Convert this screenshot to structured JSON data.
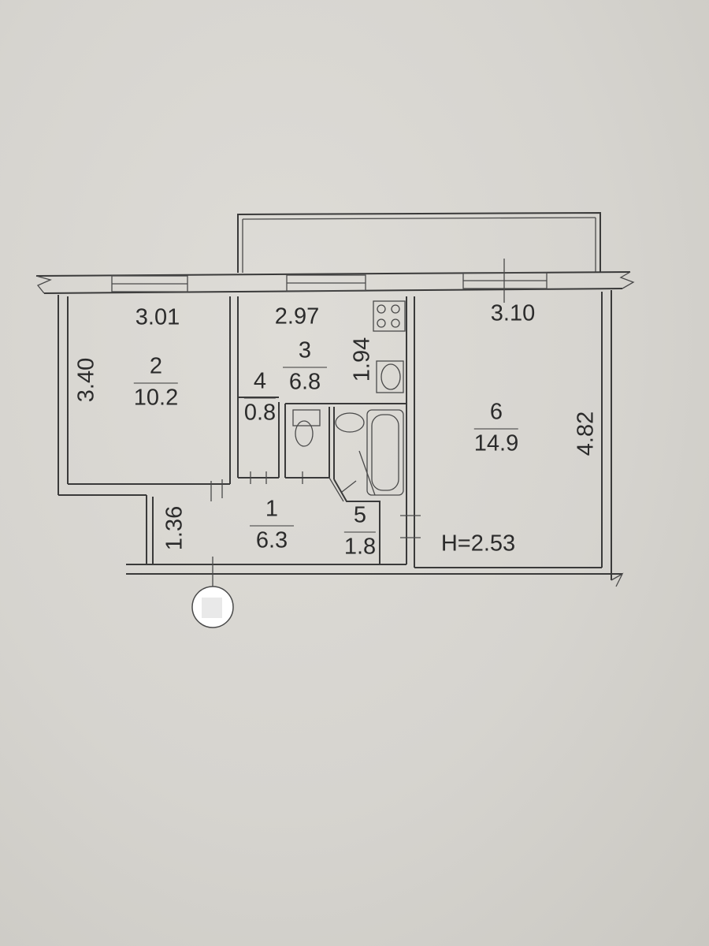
{
  "rooms": [
    {
      "number": "1",
      "area": "6.3"
    },
    {
      "number": "2",
      "area": "10.2"
    },
    {
      "number": "3",
      "area": "6.8"
    },
    {
      "number": "4",
      "area": "0.8"
    },
    {
      "number": "5",
      "area": "1.8"
    },
    {
      "number": "6",
      "area": "14.9"
    }
  ],
  "dimensions": {
    "room2_width": "3.01",
    "room2_depth": "3.40",
    "room3_width": "2.97",
    "room3_depth": "1.94",
    "room6_width": "3.10",
    "room6_depth": "4.82",
    "hall_depth": "1.36"
  },
  "ceiling_height": "H=2.53"
}
